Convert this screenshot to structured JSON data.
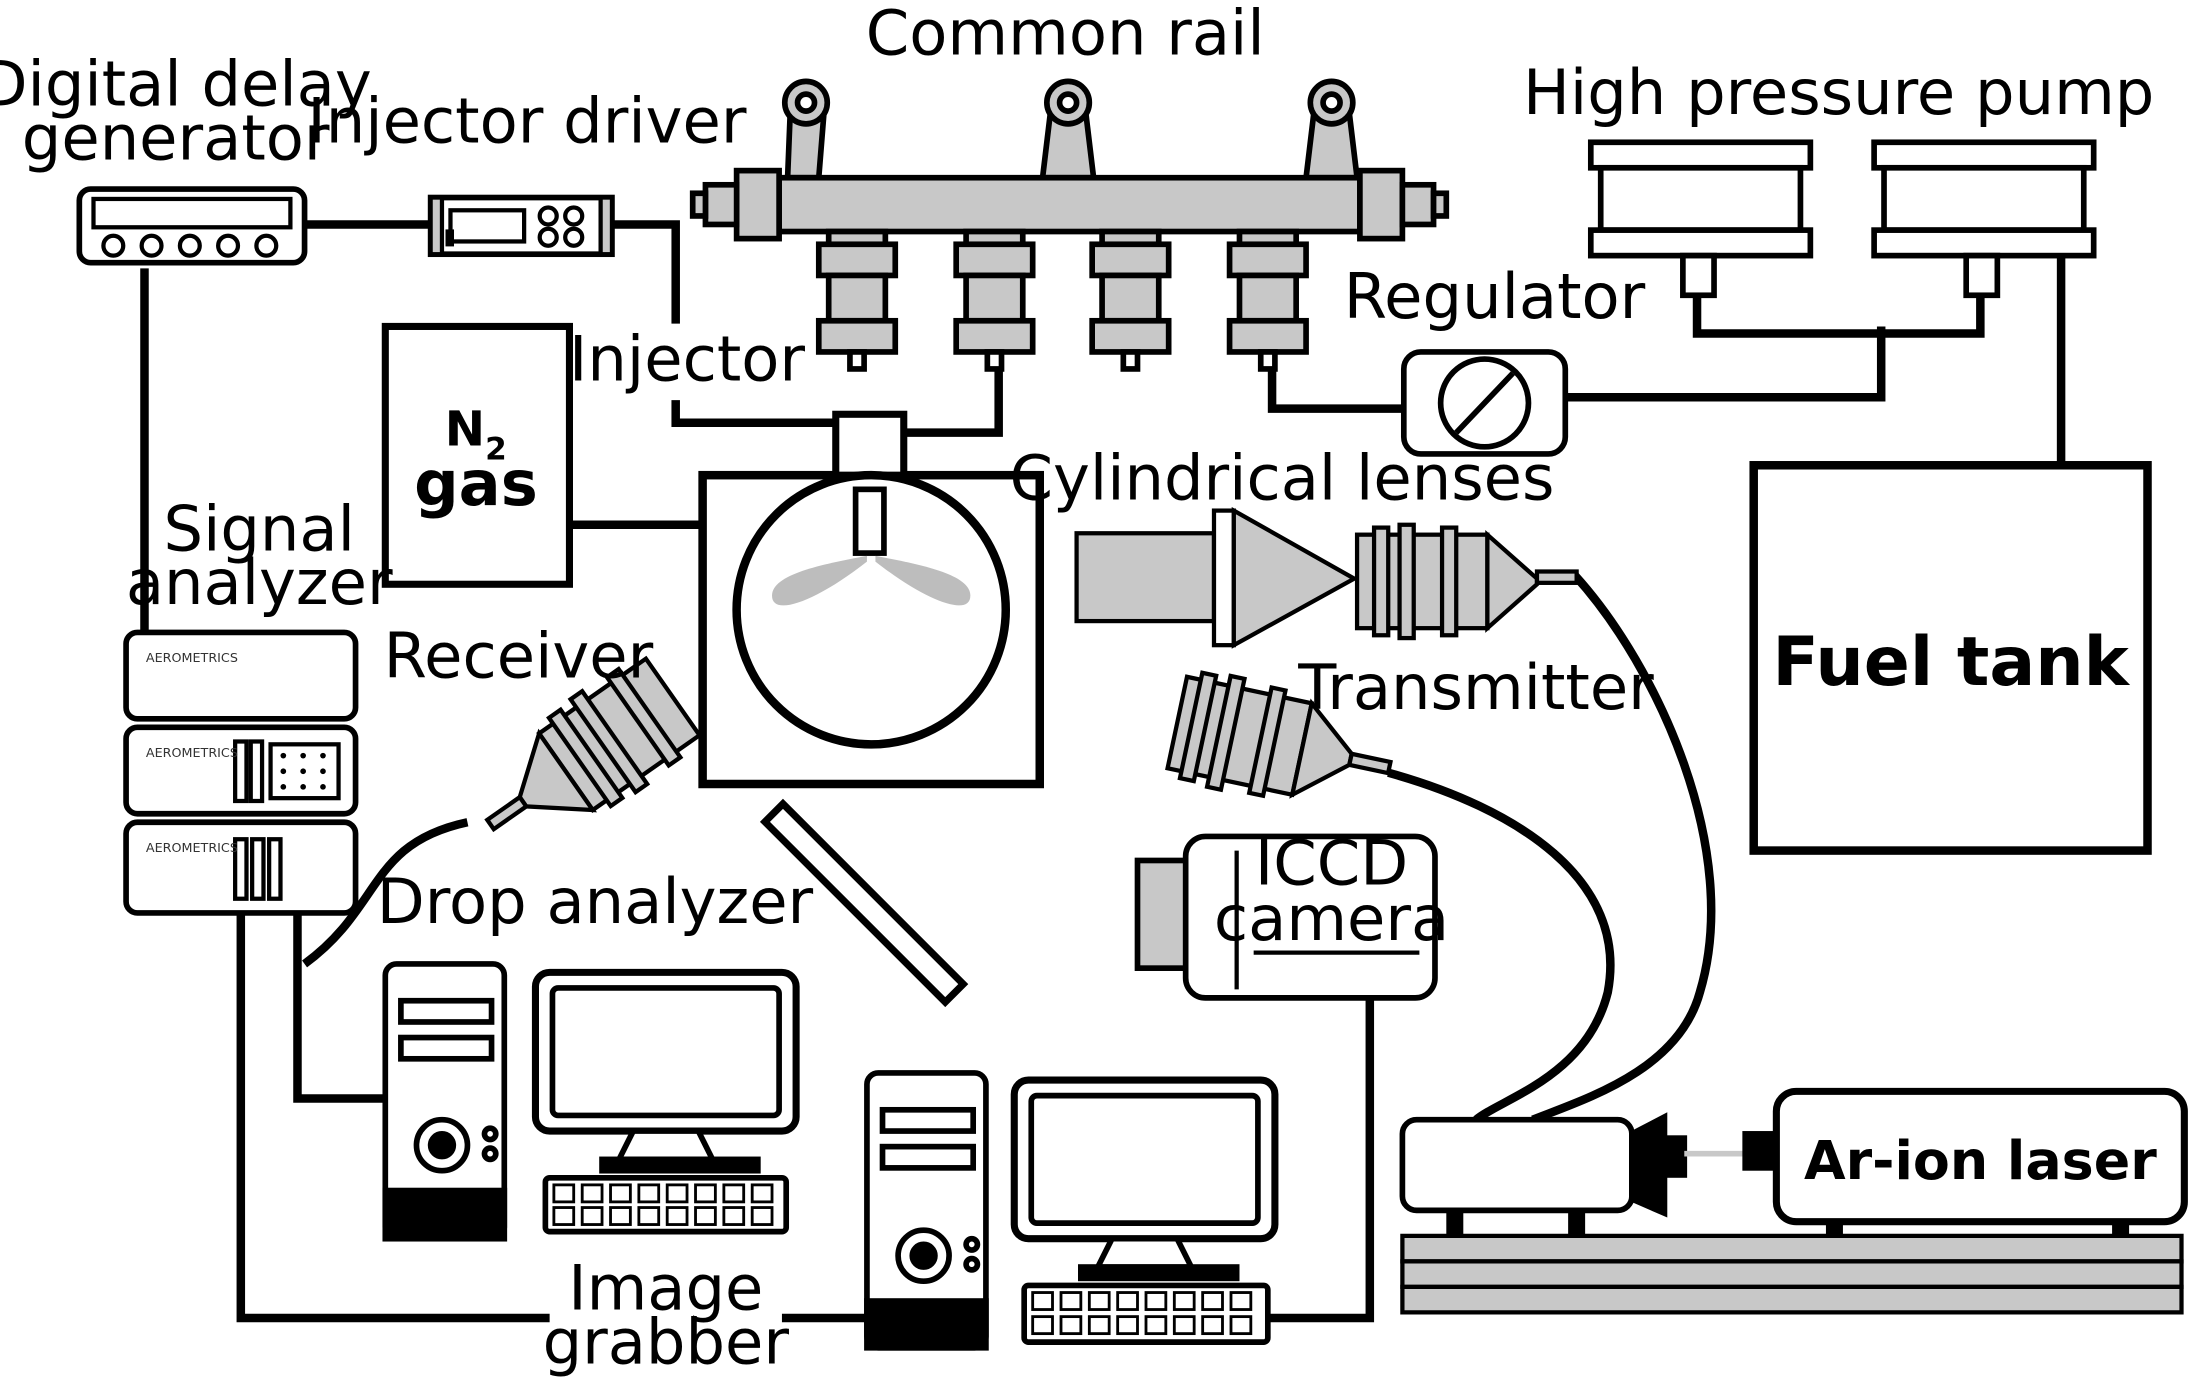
{
  "labels": {
    "common_rail": "Common rail",
    "high_pressure_pump": "High pressure pump",
    "digital_delay_line1": "Digital delay",
    "digital_delay_line2": "generator",
    "injector_driver": "Injector driver",
    "regulator": "Regulator",
    "injector": "Injector",
    "n2": "N",
    "n2_sub": "2",
    "gas": "gas",
    "cylindrical_lenses": "Cylindrical lenses",
    "signal_analyzer_line1": "Signal",
    "signal_analyzer_line2": "analyzer",
    "receiver": "Receiver",
    "transmitter": "Transmitter",
    "fuel_tank": "Fuel tank",
    "iccd_line1": "ICCD",
    "iccd_line2": "camera",
    "drop_analyzer": "Drop analyzer",
    "image_grabber_line1": "Image",
    "image_grabber_line2": "grabber",
    "ar_ion_laser": "Ar-ion laser",
    "aerometrics": "AEROMETRICS"
  }
}
